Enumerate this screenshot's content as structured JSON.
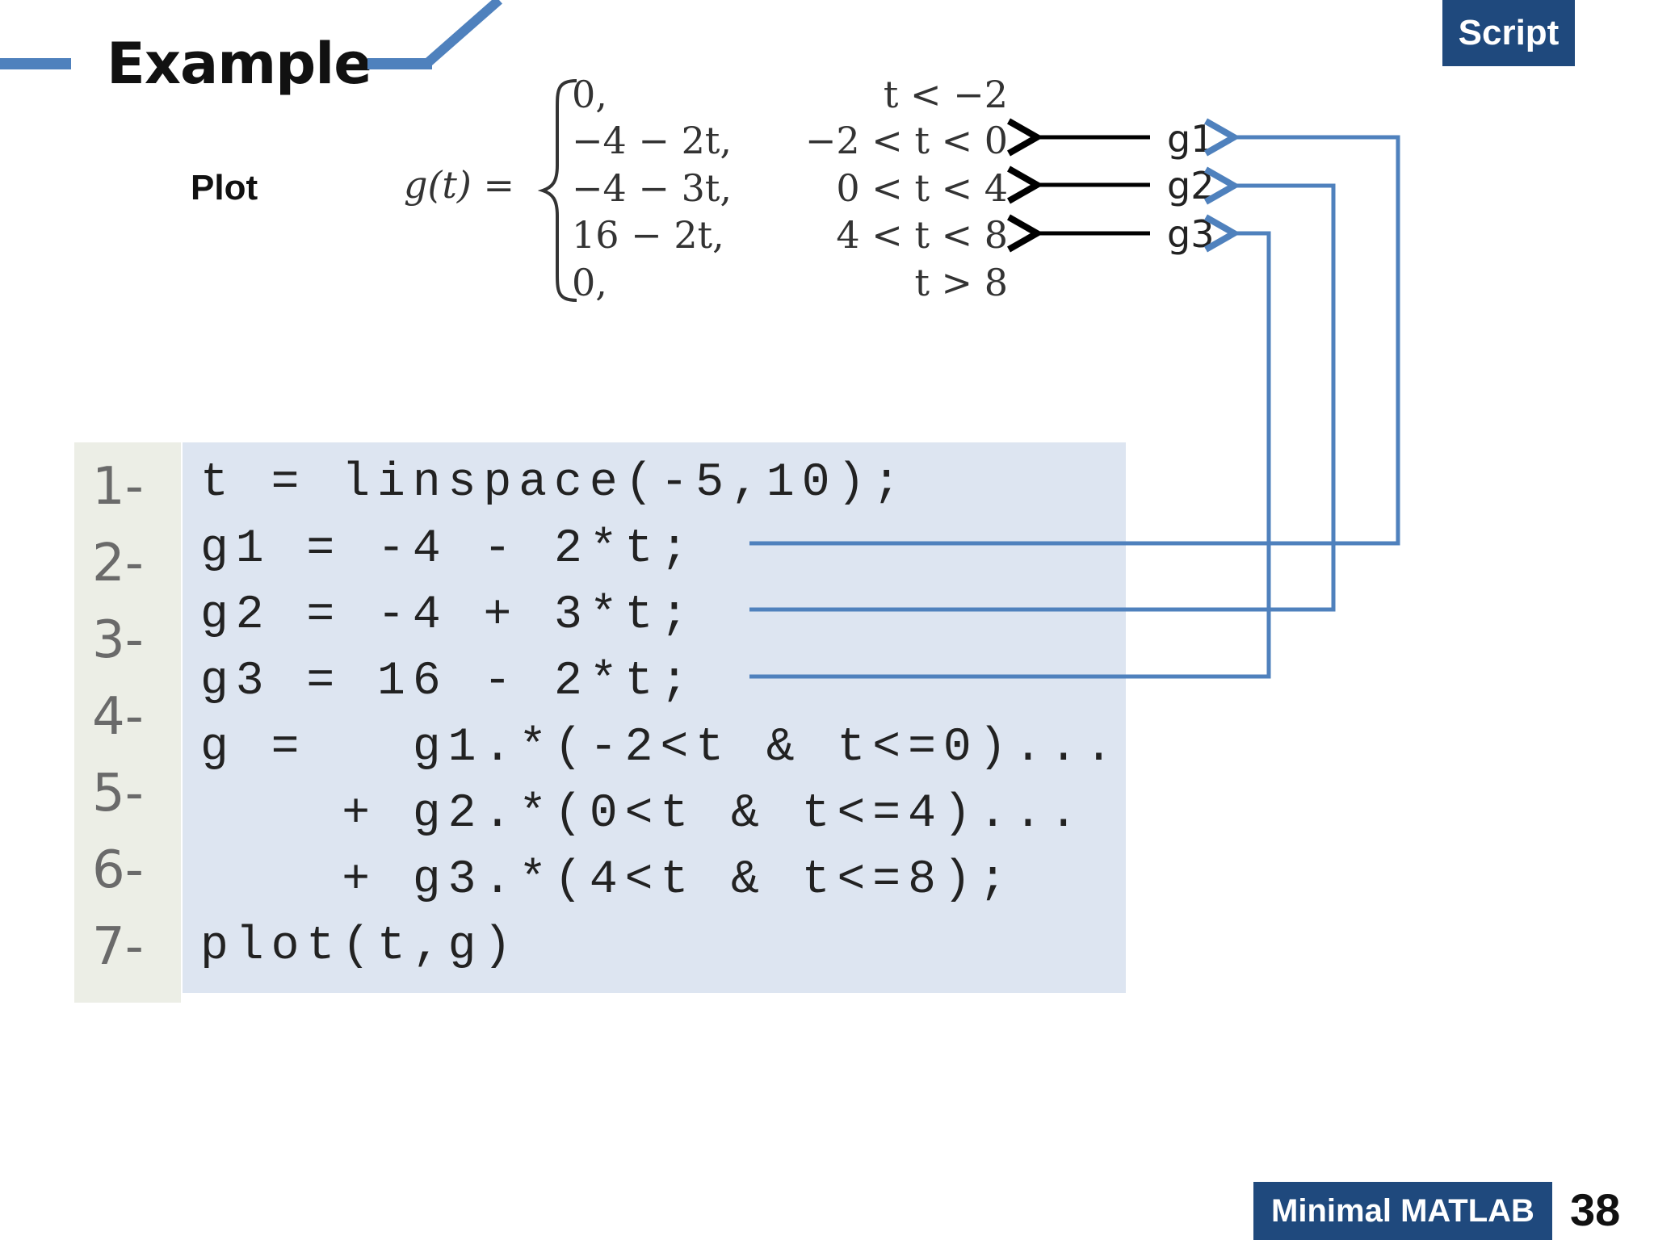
{
  "header": {
    "title": "Example",
    "script_badge": "Script"
  },
  "plot_label": "Plot",
  "equation": {
    "lhs": "g(t) =",
    "cases": [
      {
        "expr": "0,",
        "cond": "t < −2"
      },
      {
        "expr": "−4 − 2t,",
        "cond": "−2 < t < 0"
      },
      {
        "expr": "−4 − 3t,",
        "cond": "0 < t < 4"
      },
      {
        "expr": "16 − 2t,",
        "cond": "4 < t < 8"
      },
      {
        "expr": "0,",
        "cond": "t > 8"
      }
    ],
    "labels": [
      "g1",
      "g2",
      "g3"
    ]
  },
  "code": {
    "line_numbers": [
      "1-",
      "2-",
      "3-",
      "4-",
      "5-",
      "6-",
      "7-"
    ],
    "lines": [
      "t = linspace(-5,10);",
      "g1 = -4 - 2*t;",
      "g2 = -4 + 3*t;",
      "g3 = 16 - 2*t;",
      "g =   g1.*(-2<t & t<=0)...",
      "    + g2.*(0<t & t<=4)...",
      "    + g3.*(4<t & t<=8);",
      "plot(t,g)"
    ]
  },
  "footer": {
    "course": "Minimal MATLAB",
    "page": "38"
  },
  "colors": {
    "accent_blue": "#4f81bd",
    "badge_navy": "#1f497d",
    "code_bg": "#dde5f1",
    "gutter_bg": "#eceee6"
  }
}
